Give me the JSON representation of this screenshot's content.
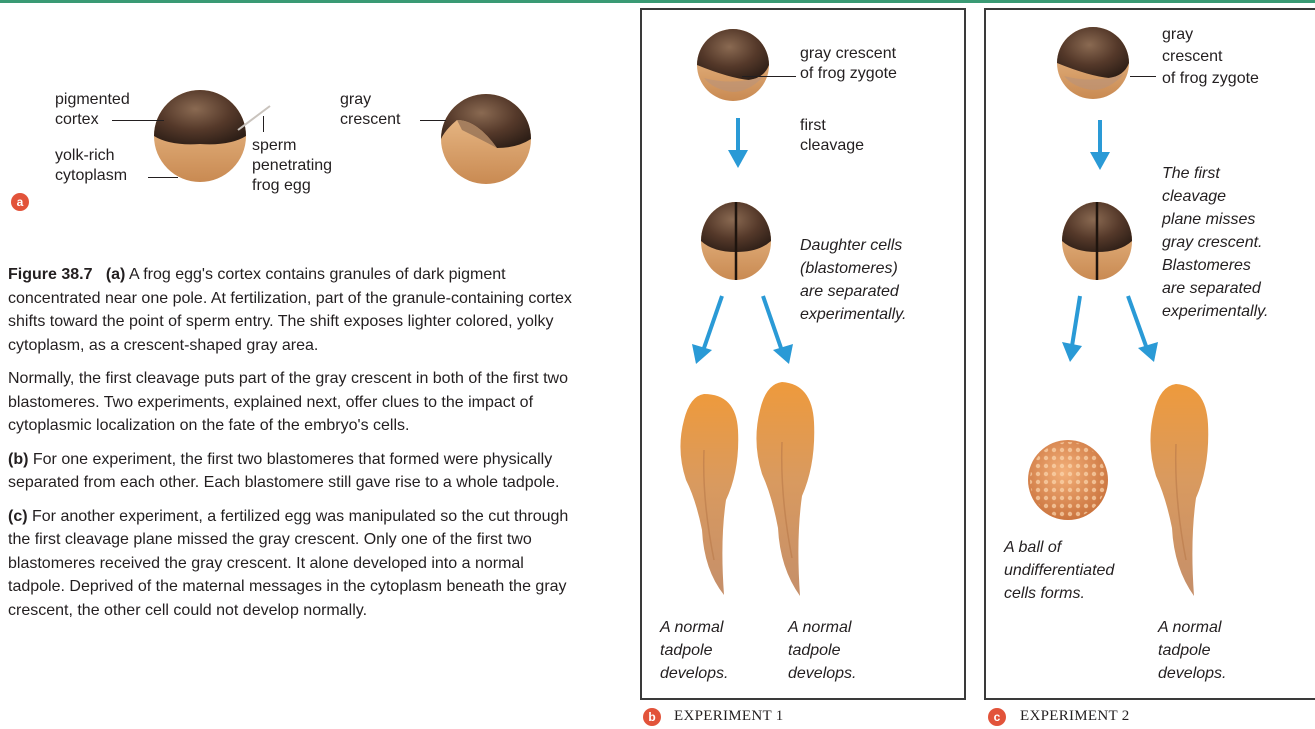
{
  "panel_a": {
    "badge": "a",
    "labels": {
      "pigmented": "pigmented",
      "cortex": "cortex",
      "yolk_rich": "yolk-rich",
      "cytoplasm": "cytoplasm",
      "sperm": "sperm",
      "penetrating": "penetrating",
      "frog_egg": "frog egg",
      "gray": "gray",
      "crescent": "crescent"
    }
  },
  "caption": {
    "figure_label": "Figure 38.7",
    "p1_tag": "(a)",
    "p1_text": " A frog egg's cortex contains granules of dark pigment concentrated near one pole. At fertilization, part of the granule-containing cortex shifts toward the point of sperm entry. The shift exposes lighter colored, yolky cytoplasm, as a crescent-shaped gray area.",
    "p2_text": "Normally, the first cleavage puts part of the gray crescent in both of the first two blastomeres. Two experiments, explained next, offer clues to the impact of cytoplasmic localization on the fate of the embryo's cells.",
    "p3_tag": "(b)",
    "p3_text": " For one experiment, the first two blastomeres that formed were physically separated from each other. Each blastomere still gave rise to a whole tadpole.",
    "p4_tag": "(c)",
    "p4_text": " For another experiment, a fertilized egg was manipulated so the cut through the first cleavage plane missed the gray crescent. Only one of the first two blastomeres received the gray crescent. It alone developed into a normal tadpole. Deprived of the maternal messages in the cytoplasm beneath the gray crescent, the other cell could not develop normally."
  },
  "experiment1": {
    "badge": "b",
    "title": "EXPERIMENT 1",
    "zygote_label": [
      "gray crescent",
      "of frog zygote"
    ],
    "cleavage_label": [
      "first",
      "cleavage"
    ],
    "daughter_label": [
      "Daughter cells",
      "(blastomeres)",
      "are separated",
      "experimentally."
    ],
    "outcome_left": [
      "A normal",
      "tadpole",
      "develops."
    ],
    "outcome_right": [
      "A normal",
      "tadpole",
      "develops."
    ]
  },
  "experiment2": {
    "badge": "c",
    "title": "EXPERIMENT 2",
    "zygote_label": [
      "gray",
      "crescent",
      "of frog zygote"
    ],
    "cleavage_label": [
      "The first",
      "cleavage",
      "plane misses",
      "gray crescent.",
      "Blastomeres",
      "are separated",
      "experimentally."
    ],
    "outcome_left": [
      "A ball of",
      "undifferentiated",
      "cells forms."
    ],
    "outcome_right": [
      "A normal",
      "tadpole",
      "develops."
    ]
  },
  "colors": {
    "accent_bar": "#3a9a74",
    "badge": "#e2533a",
    "arrow": "#2a9ad6",
    "pigment": "#4a3326",
    "yolk": "#e3b07a",
    "tadpole": "#e08a3a"
  }
}
